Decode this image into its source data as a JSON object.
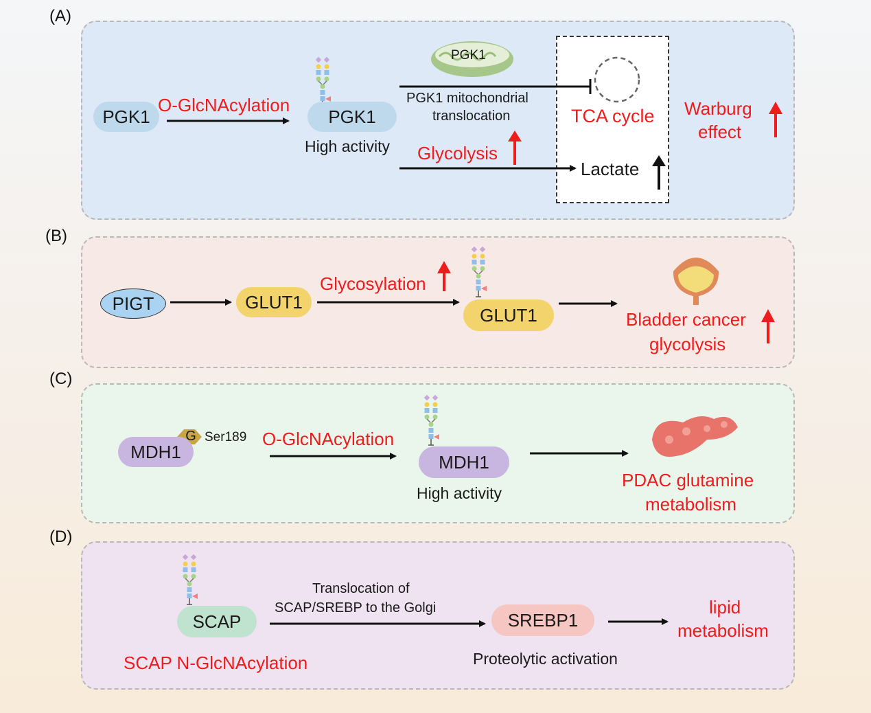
{
  "panels": {
    "a": {
      "label": "(A)",
      "pgk1_left": "PGK1",
      "ogln": "O-GlcNAcylation",
      "pgk1_mid": "PGK1",
      "high_activity": "High activity",
      "mito_label": "PGK1",
      "translocation_line1": "PGK1 mitochondrial",
      "translocation_line2": "translocation",
      "tca": "TCA cycle",
      "glycolysis": "Glycolysis",
      "lactate": "Lactate",
      "warburg_line1": "Warburg",
      "warburg_line2": "effect"
    },
    "b": {
      "label": "(B)",
      "pigt": "PIGT",
      "glut1_left": "GLUT1",
      "glycosylation": "Glycosylation",
      "glut1_right": "GLUT1",
      "bladder_line1": "Bladder cancer",
      "bladder_line2": "glycolysis"
    },
    "c": {
      "label": "(C)",
      "mdh1_left": "MDH1",
      "g_badge": "G",
      "ser": "Ser189",
      "ogln": "O-GlcNAcylation",
      "mdh1_right": "MDH1",
      "high_activity": "High activity",
      "pdac_line1": "PDAC glutamine",
      "pdac_line2": "metabolism"
    },
    "d": {
      "label": "(D)",
      "scap": "SCAP",
      "scap_ngln": "SCAP N-GlcNAcylation",
      "transloc_line1": "Translocation of",
      "transloc_line2": "SCAP/SREBP to the Golgi",
      "srebp1": "SREBP1",
      "proteolytic": "Proteolytic activation",
      "lipid_line1": "lipid",
      "lipid_line2": "metabolism"
    }
  },
  "colors": {
    "panel_a": "#dde9f6",
    "panel_b": "#f7e9e6",
    "panel_c": "#eaf6ec",
    "panel_d": "#efe3f1",
    "pgk1": "#bfd9ec",
    "glut1": "#f3d36b",
    "pigt": "#a9d3f0",
    "mdh1": "#c9b6e0",
    "scap": "#bfe3cf",
    "srebp1": "#f6c6c2",
    "red": "#ee1c1c"
  }
}
